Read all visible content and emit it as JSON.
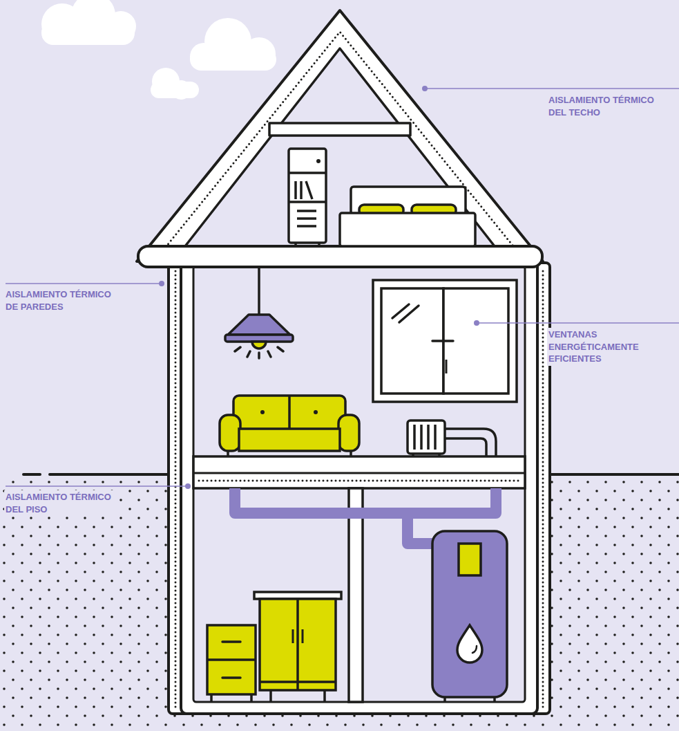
{
  "diagram": {
    "labels": [
      "AISLAMIENTO TÉRMICO DEL TECHO",
      "AISLAMIENTO TÉRMICO DE PAREDES",
      "VENTANAS ENERGÉTICAMENTE EFICIENTES",
      "AISLAMIENTO TÉRMICO DEL PISO"
    ]
  }
}
